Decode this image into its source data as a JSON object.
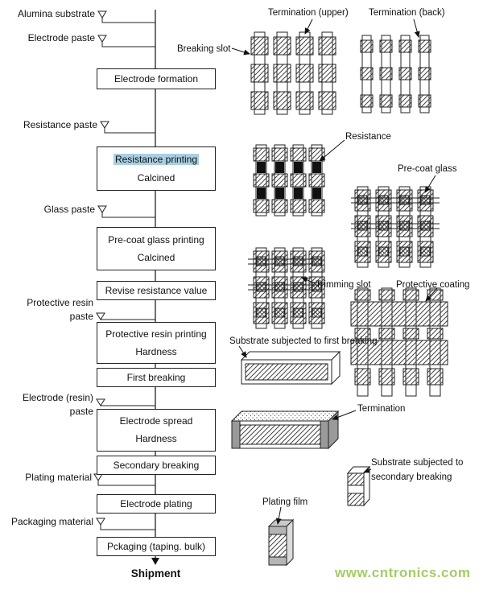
{
  "inputs": [
    {
      "label": "Alumina substrate"
    },
    {
      "label": "Electrode paste"
    },
    {
      "label": "Resistance paste"
    },
    {
      "label": "Glass paste"
    },
    {
      "label": "Protective resin\npaste"
    },
    {
      "label": "Electrode (resin)\npaste"
    },
    {
      "label": "Plating material"
    },
    {
      "label": "Packaging material"
    }
  ],
  "flow": {
    "boxes": [
      {
        "lines": [
          "Electrode formation"
        ]
      },
      {
        "lines": [
          "Resistance printing",
          "Calcined"
        ],
        "highlighted_line": "Resistance printing"
      },
      {
        "lines": [
          "Pre-coat glass printing",
          "Calcined"
        ]
      },
      {
        "lines": [
          "Revise resistance value"
        ]
      },
      {
        "lines": [
          "Protective resin printing",
          "Hardness"
        ]
      },
      {
        "lines": [
          "First breaking"
        ]
      },
      {
        "lines": [
          "Electrode spread",
          "Hardness"
        ]
      },
      {
        "lines": [
          "Secondary breaking"
        ]
      },
      {
        "lines": [
          "Electrode plating"
        ]
      },
      {
        "lines": [
          "Pckaging (taping. bulk)"
        ]
      }
    ],
    "terminal": "Shipment"
  },
  "annotations": {
    "termination_upper": "Termination (upper)",
    "termination_back": "Termination (back)",
    "breaking_slot": "Breaking slot",
    "resistance": "Resistance",
    "pre_coat_glass": "Pre-coat glass",
    "trimming_slot": "Trimming slot",
    "protective_coating": "Protective coating",
    "substrate_first_breaking": "Substrate subjected to first breaking",
    "termination": "Termination",
    "substrate_secondary_breaking": "Substrate subjected to\nsecondary breaking",
    "plating_film": "Plating film"
  },
  "watermark": "www.cntronics.com",
  "colors": {
    "highlight": "#a9cfe3",
    "watermark_green": "#a3cc66",
    "line": "#222222",
    "resistance_black": "#111111"
  }
}
